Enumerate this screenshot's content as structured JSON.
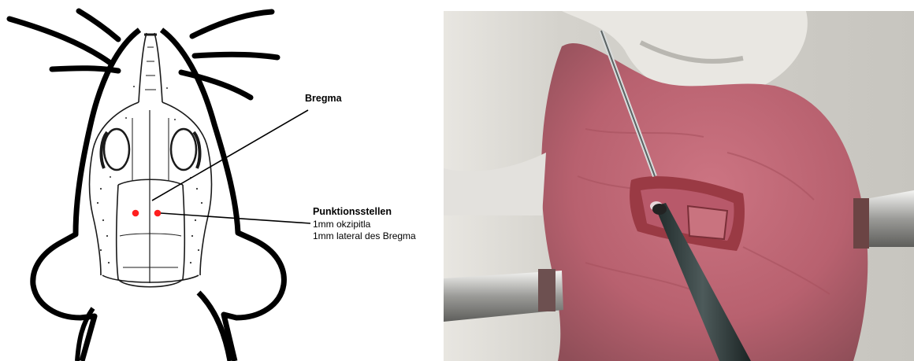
{
  "labels": {
    "bregma": "Bregma",
    "puncture_title": "Punktionsstellen",
    "puncture_line1": "1mm okzipitla",
    "puncture_line2": "1mm lateral des Bregma"
  },
  "colors": {
    "puncture_dot": "#ff1f1f",
    "outline": "#000000",
    "tissue": "#c56f7c"
  },
  "icons": {
    "diagram": "mouse-head-skull-diagram",
    "photo": "surgical-site-photo"
  }
}
